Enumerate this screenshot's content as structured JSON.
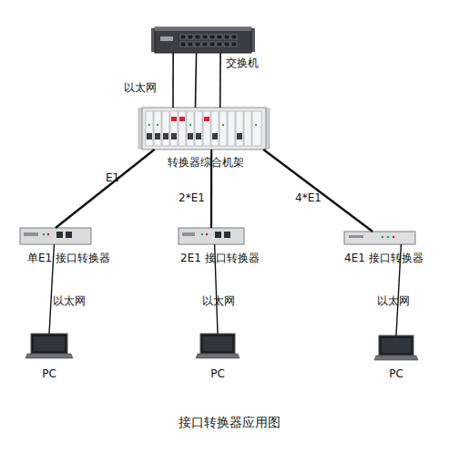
{
  "diagram": {
    "caption": "接口转换器应用图",
    "nodes": [
      {
        "text": [
          "交换机"
        ]
      },
      {
        "text": [
          "转换器综合机架"
        ]
      },
      {
        "text": [
          "单E1 接口转换器"
        ]
      },
      {
        "text": [
          "2E1 接口转换器"
        ]
      },
      {
        "text": [
          "4E1 接口转换器"
        ]
      },
      {
        "text": [
          "PC"
        ]
      },
      {
        "text": [
          "PC"
        ]
      },
      {
        "text": [
          "PC"
        ]
      }
    ],
    "edges": [
      {
        "from": 0,
        "to": 1,
        "label": "以太网",
        "arrow": "none"
      },
      {
        "from": 0,
        "to": 1,
        "arrow": "none"
      },
      {
        "from": 0,
        "to": 1,
        "arrow": "none"
      },
      {
        "from": 1,
        "to": 2,
        "label": "E1",
        "arrow": "none"
      },
      {
        "from": 1,
        "to": 3,
        "label": "2*E1",
        "arrow": "none"
      },
      {
        "from": 1,
        "to": 4,
        "label": "4*E1",
        "arrow": "none"
      },
      {
        "from": 2,
        "to": 5,
        "label": "以太网",
        "arrow": "none"
      },
      {
        "from": 3,
        "to": 6,
        "label": "以太网",
        "arrow": "none"
      },
      {
        "from": 4,
        "to": 7,
        "label": "以太网",
        "arrow": "none"
      }
    ]
  }
}
